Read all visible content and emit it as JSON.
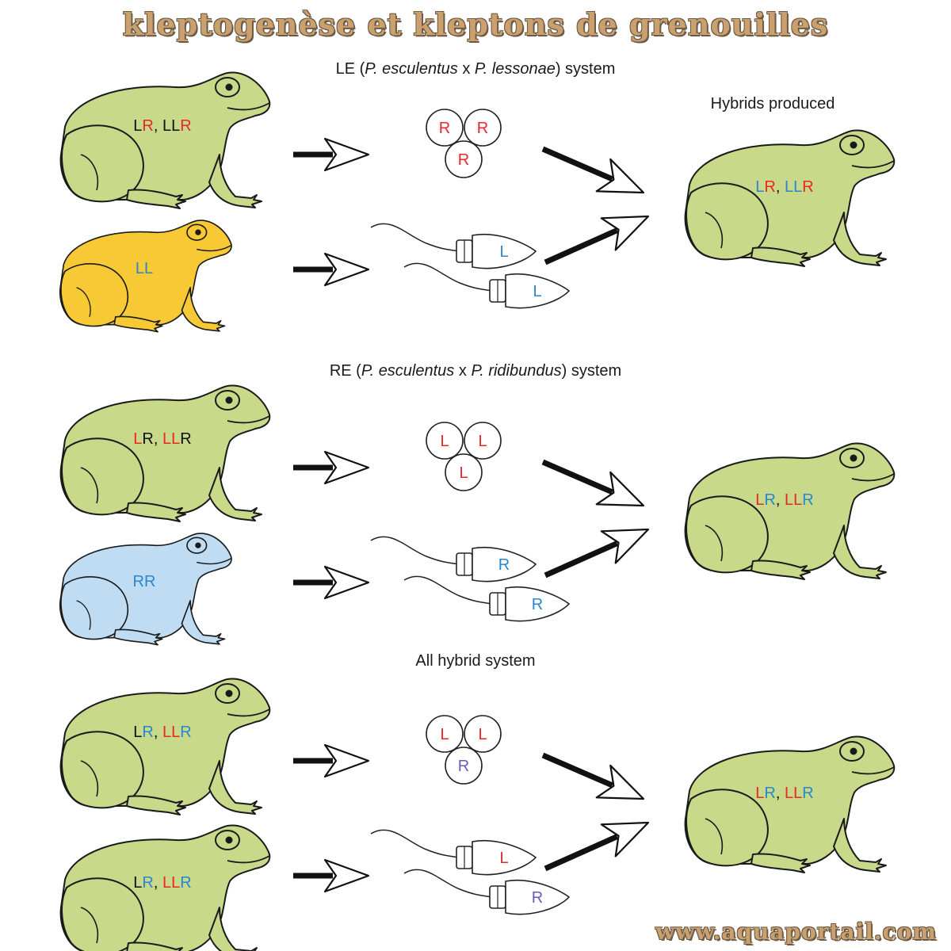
{
  "title": "kleptogenèse et kleptons de grenouilles",
  "watermark": "www.aquaportail.com",
  "hybrids_label": "Hybrids produced",
  "colors": {
    "red": "#e8262b",
    "blue": "#2a86cf",
    "purple": "#6b5bb5",
    "black": "#111111",
    "frog_green": "#c8d98a",
    "frog_yellow": "#f7c934",
    "frog_blue": "#bfdcf2"
  },
  "systems": [
    {
      "label_parts": [
        "LE (",
        "P. esculentus",
        "  x ",
        "P. lessonae",
        ") system"
      ],
      "parent1": {
        "genotype": [
          [
            "L",
            "black"
          ],
          [
            "R",
            "red"
          ],
          [
            ", ",
            "black"
          ],
          [
            "LL",
            "black"
          ],
          [
            "R",
            "red"
          ]
        ]
      },
      "parent2": {
        "genotype": [
          [
            "LL",
            "blue"
          ]
        ]
      },
      "eggs": [
        [
          "R",
          "red"
        ],
        [
          "R",
          "red"
        ],
        [
          "R",
          "red"
        ]
      ],
      "sperm": [
        [
          "L",
          "blue"
        ],
        [
          "L",
          "blue"
        ]
      ],
      "hybrid": {
        "genotype": [
          [
            "L",
            "blue"
          ],
          [
            "R",
            "red"
          ],
          [
            ", ",
            "black"
          ],
          [
            "LL",
            "blue"
          ],
          [
            "R",
            "red"
          ]
        ]
      }
    },
    {
      "label_parts": [
        "RE (",
        "P. esculentus",
        " x ",
        "P. ridibundus",
        ") system"
      ],
      "parent1": {
        "genotype": [
          [
            "L",
            "red"
          ],
          [
            "R",
            "black"
          ],
          [
            ", ",
            "black"
          ],
          [
            "LL",
            "red"
          ],
          [
            "R",
            "black"
          ]
        ]
      },
      "parent2": {
        "genotype": [
          [
            "RR",
            "blue"
          ]
        ]
      },
      "eggs": [
        [
          "L",
          "red"
        ],
        [
          "L",
          "red"
        ],
        [
          "L",
          "red"
        ]
      ],
      "sperm": [
        [
          "R",
          "blue"
        ],
        [
          "R",
          "blue"
        ]
      ],
      "hybrid": {
        "genotype": [
          [
            "L",
            "red"
          ],
          [
            "R",
            "blue"
          ],
          [
            ", ",
            "black"
          ],
          [
            "LL",
            "red"
          ],
          [
            "R",
            "blue"
          ]
        ]
      }
    },
    {
      "label_parts": [
        "All hybrid system"
      ],
      "parent1": {
        "genotype": [
          [
            "L",
            "black"
          ],
          [
            "R",
            "blue"
          ],
          [
            ", ",
            "black"
          ],
          [
            "LL",
            "red"
          ],
          [
            "R",
            "blue"
          ]
        ]
      },
      "parent2": {
        "genotype": [
          [
            "L",
            "black"
          ],
          [
            "R",
            "blue"
          ],
          [
            ", ",
            "black"
          ],
          [
            "LL",
            "red"
          ],
          [
            "R",
            "blue"
          ]
        ]
      },
      "eggs": [
        [
          "L",
          "red"
        ],
        [
          "L",
          "red"
        ],
        [
          "R",
          "purple"
        ]
      ],
      "sperm": [
        [
          "L",
          "red"
        ],
        [
          "R",
          "purple"
        ]
      ],
      "hybrid": {
        "genotype": [
          [
            "L",
            "red"
          ],
          [
            "R",
            "blue"
          ],
          [
            ", ",
            "black"
          ],
          [
            "LL",
            "red"
          ],
          [
            "R",
            "blue"
          ]
        ]
      }
    }
  ]
}
